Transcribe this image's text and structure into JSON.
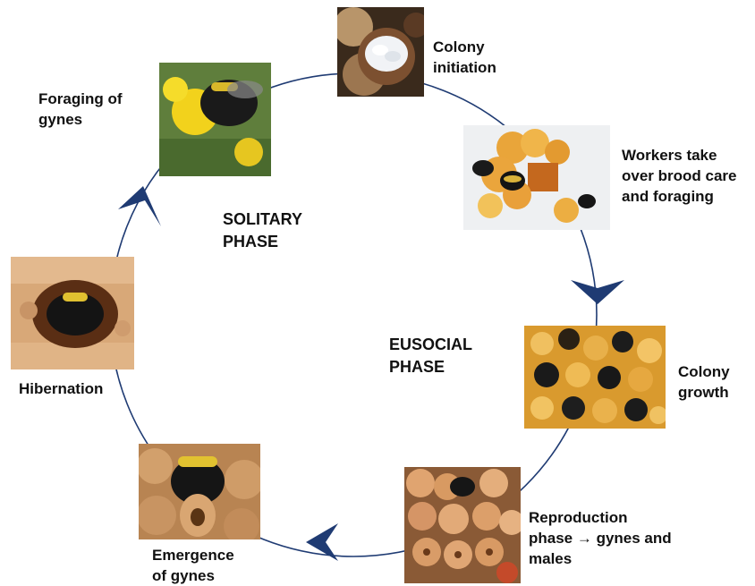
{
  "phases": {
    "solitary": "SOLITARY\nPHASE",
    "eusocial": "EUSOCIAL\nPHASE"
  },
  "stages": {
    "colony_initiation": "Colony\ninitiation",
    "workers_take_over": "Workers take\nover brood care\nand foraging",
    "colony_growth": "Colony\ngrowth",
    "reproduction": "Reproduction\nphase → gynes and\nmales",
    "emergence": "Emergence\nof gynes",
    "hibernation": "Hibernation",
    "foraging_gynes": "Foraging of\ngynes"
  },
  "colors": {
    "cycle_line": "#1f3b73",
    "arrow": "#1f3b73",
    "text": "#111111"
  }
}
